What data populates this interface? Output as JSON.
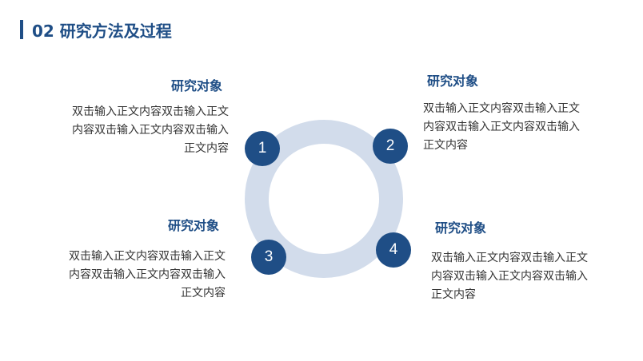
{
  "header": {
    "title": "02 研究方法及过程"
  },
  "nodes": [
    "1",
    "2",
    "3",
    "4"
  ],
  "blocks": [
    {
      "heading": "研究对象",
      "text": "双击输入正文内容双击输入正文内容双击输入正文内容双击输入正文内容"
    },
    {
      "heading": "研究对象",
      "text": "双击输入正文内容双击输入正文内容双击输入正文内容双击输入正文内容"
    },
    {
      "heading": "研究对象",
      "text": "双击输入正文内容双击输入正文内容双击输入正文内容双击输入正文内容"
    },
    {
      "heading": "研究对象",
      "text": "双击输入正文内容双击输入正文内容双击输入正文内容双击输入正文内容"
    }
  ],
  "colors": {
    "accent": "#1f4e86",
    "ring": "#d2dceb",
    "text": "#333333"
  }
}
